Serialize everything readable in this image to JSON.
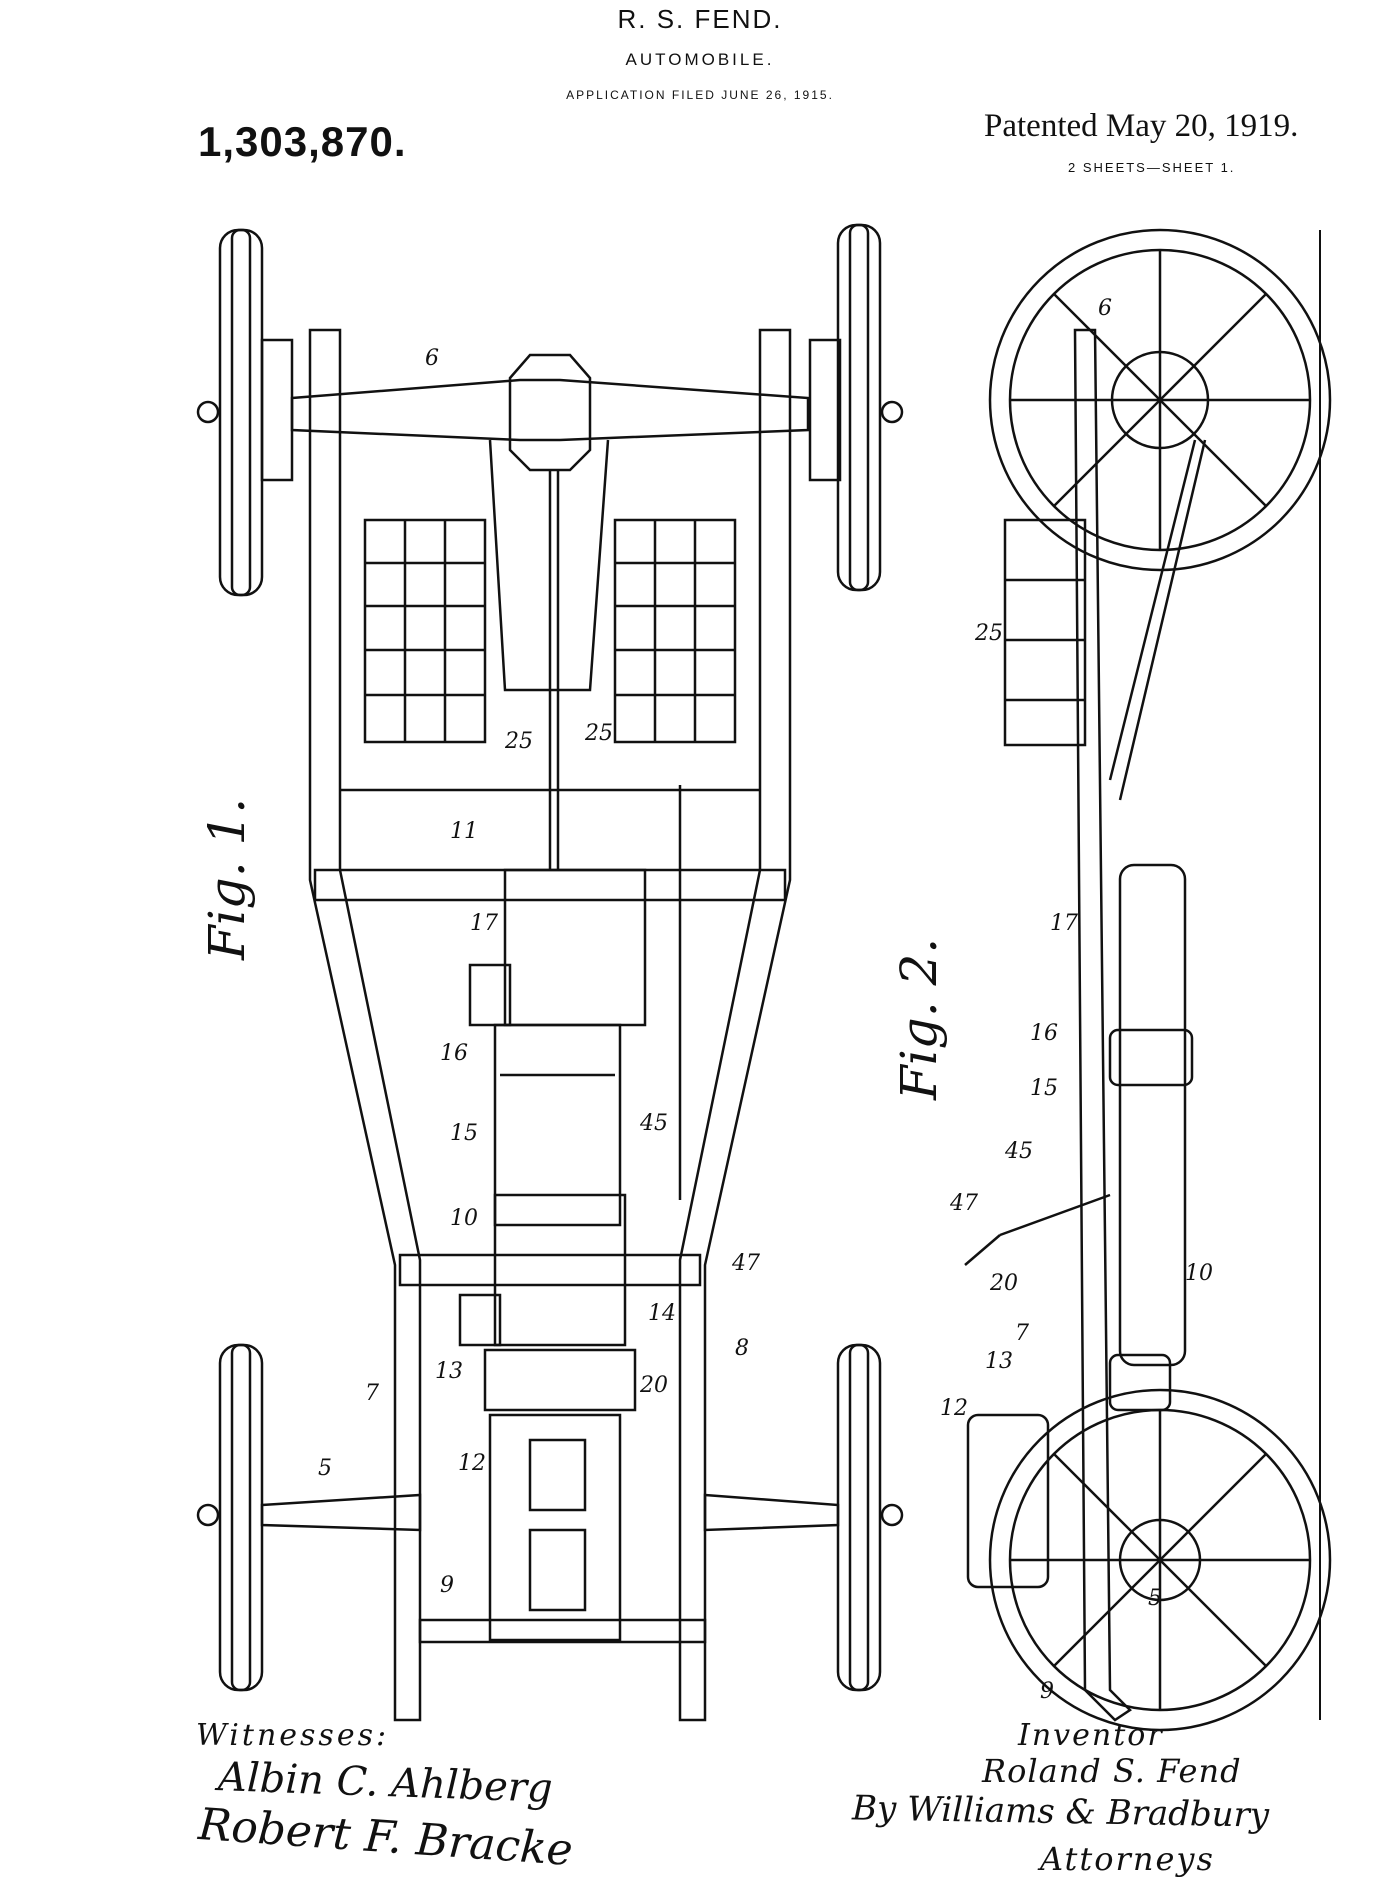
{
  "header": {
    "inventor": "R. S. FEND.",
    "title": "AUTOMOBILE.",
    "application": "APPLICATION FILED JUNE 26, 1915.",
    "patent_number": "1,303,870.",
    "patented": "Patented May 20, 1919.",
    "sheets": "2 SHEETS—SHEET 1."
  },
  "figures": {
    "fig1": "Fig. 1.",
    "fig2": "Fig. 2."
  },
  "reference_numerals_fig1": [
    "6",
    "25",
    "25",
    "11",
    "17",
    "16",
    "15",
    "45",
    "10",
    "47",
    "14",
    "8",
    "13",
    "20",
    "7",
    "5",
    "12",
    "9"
  ],
  "reference_numerals_fig2": [
    "6",
    "25",
    "17",
    "16",
    "15",
    "45",
    "47",
    "10",
    "20",
    "7",
    "13",
    "12",
    "5",
    "9"
  ],
  "signatures": {
    "witnesses_label": "Witnesses:",
    "witness_1": "Albin C. Ahlberg",
    "witness_2": "Robert F. Bracke",
    "inventor_label": "Inventor",
    "inventor_name": "Roland S. Fend",
    "attorney_line": "By Williams & Bradbury",
    "attorneys_label": "Attorneys"
  }
}
